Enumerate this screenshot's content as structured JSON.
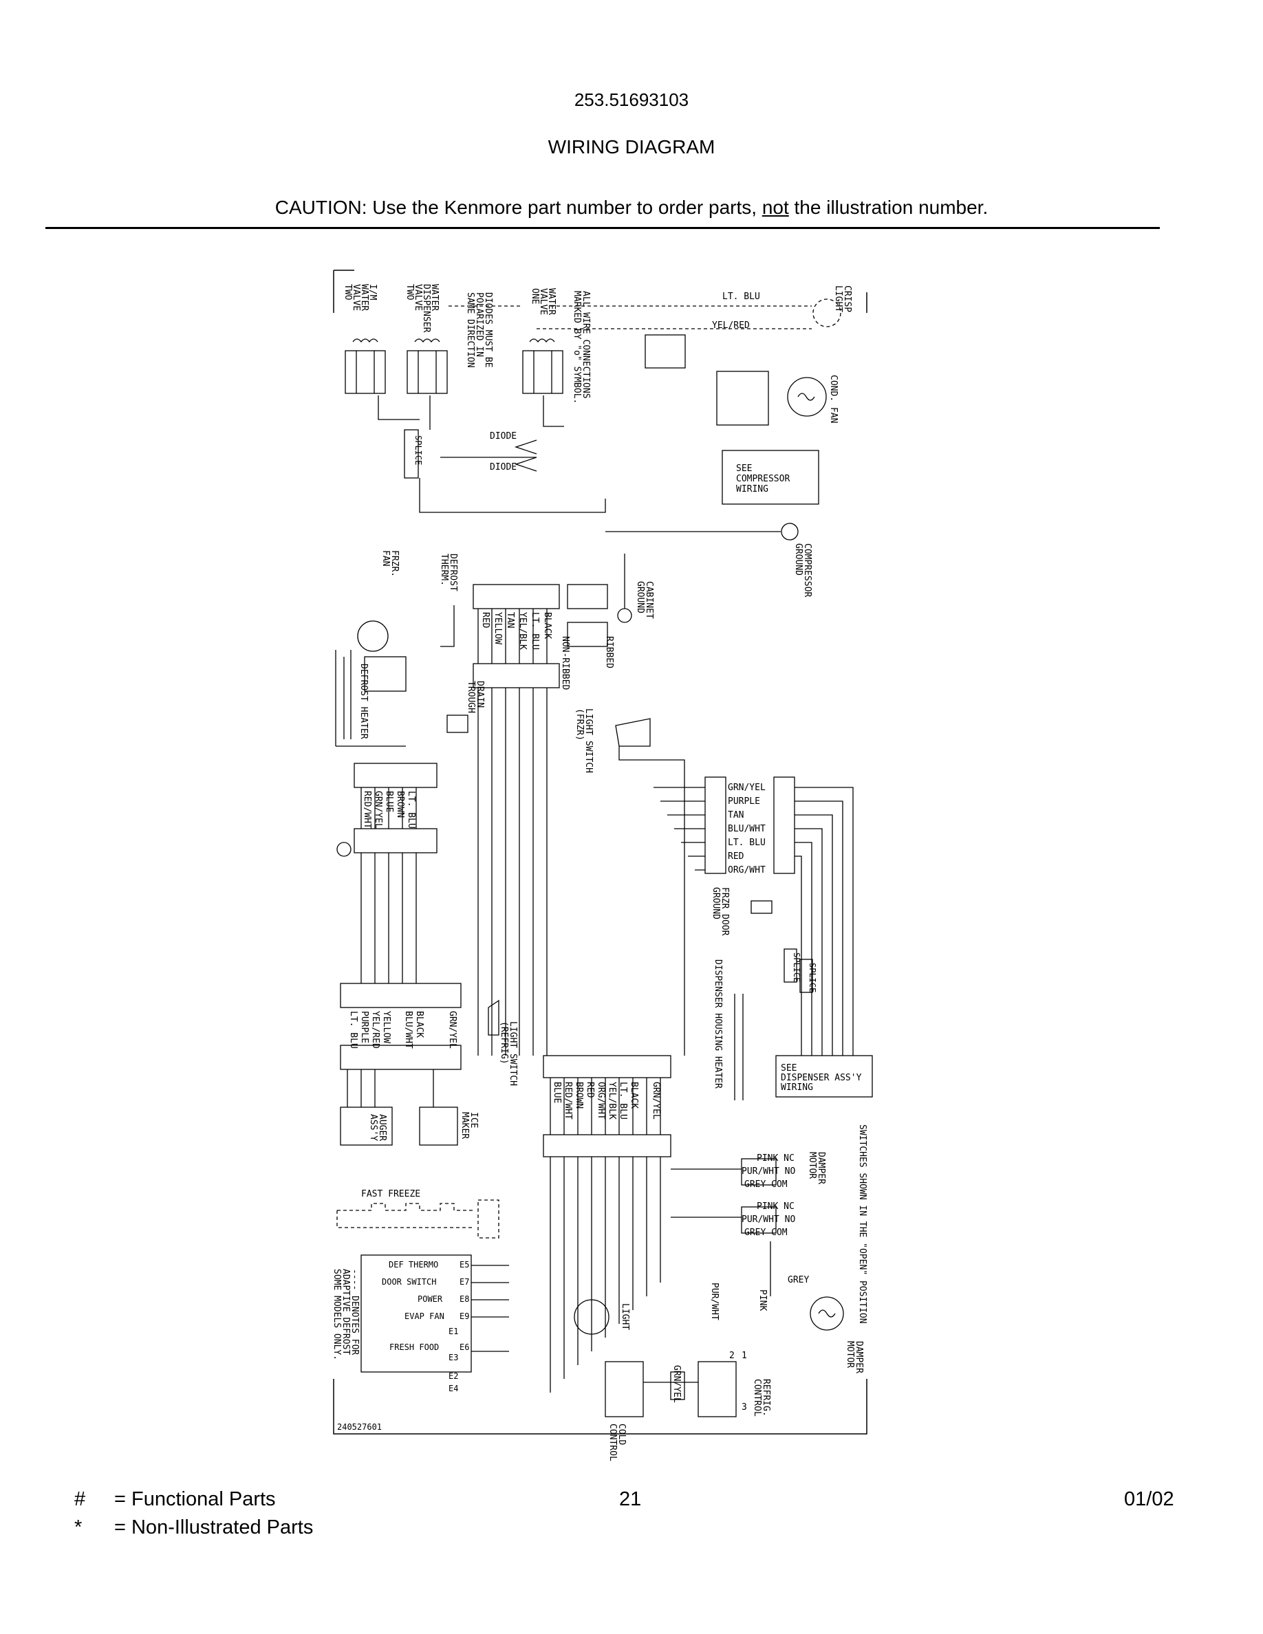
{
  "header": {
    "model_number": "253.51693103",
    "title": "WIRING DIAGRAM",
    "caution_prefix": "CAUTION: Use the Kenmore part number to order parts, ",
    "caution_emphasis": "not",
    "caution_suffix": " the illustration number."
  },
  "diagram": {
    "drawing_number": "240527601",
    "labels": {
      "im_water_valve": [
        "I/M",
        "WATER",
        "VALVE",
        "TWO"
      ],
      "water_dispenser_valve": [
        "WATER",
        "DISPENSER",
        "VALVE",
        "TWO"
      ],
      "diodes_note": [
        "DIODES MUST BE",
        "POLARIZED IN",
        "SAME DIRECTION"
      ],
      "water_valve_one": [
        "WATER",
        "VALVE",
        "ONE"
      ],
      "wire_connections_note": [
        "ALL WIRE CONNECTIONS",
        "MARKED BY \"o\" SYMBOL."
      ],
      "lt_blu": "LT. BLU",
      "yel_red": "YEL/RED",
      "crisp_light": [
        "CRISP",
        "LIGHT"
      ],
      "cond_fan": [
        "COND. FAN"
      ],
      "diode_1": "DIODE",
      "diode_2": "DIODE",
      "splice_1": "SPLICE",
      "see_compressor": [
        "SEE",
        "COMPRESSOR",
        "WIRING"
      ],
      "compressor_ground": [
        "COMPRESSOR",
        "GROUND"
      ],
      "frzr_fan": [
        "FRZR.",
        "FAN"
      ],
      "defrost_therm": [
        "DEFROST",
        "THERM."
      ],
      "harness_1_colors": [
        "RED",
        "YELLOW",
        "TAN",
        "YEL/BLK",
        "LT. BLU",
        "BLACK"
      ],
      "non_ribbed": "NON-RIBBED",
      "ribbed": "RIBBED",
      "cabinet_ground": [
        "CABINET",
        "GROUND"
      ],
      "defrost_heater": "DEFROST HEATER",
      "drain_trough": [
        "DRAIN",
        "TROUGH"
      ],
      "light_switch_frzr": [
        "LIGHT SWITCH",
        "(FRZR)"
      ],
      "harness_2_colors": [
        "RED/WHT",
        "GRN/YEL",
        "BLUE",
        "BROWN",
        "LT. BLU"
      ],
      "harness_3_colors": [
        "GRN/YEL",
        "PURPLE",
        "TAN",
        "BLU/WHT",
        "LT. BLU",
        "RED",
        "ORG/WHT"
      ],
      "frzr_door_ground": [
        "FRZR DOOR",
        "GROUND"
      ],
      "dispenser_housing_heater": "DISPENSER HOUSING HEATER",
      "splice_2": "SPLICE",
      "splice_3": "SPLICE",
      "see_dispenser": [
        "SEE",
        "DISPENSER ASS'Y",
        "WIRING"
      ],
      "harness_4_colors": [
        "LT. BLU",
        "PURPLE",
        "YEL/RED",
        "YELLOW",
        "BLU/WHT",
        "BLACK",
        "GRN/YEL"
      ],
      "light_switch_refrig": [
        "LIGHT SWITCH",
        "(REFRIG)"
      ],
      "harness_5_colors": [
        "BLUE",
        "RED/WHT",
        "BROWN",
        "RED",
        "ORG/WHT",
        "YEL/BLK",
        "LT. BLU",
        "BLACK",
        "GRN/YEL"
      ],
      "auger_assy": [
        "AUGER",
        "ASS'Y"
      ],
      "ice_maker": [
        "ICE",
        "MAKER"
      ],
      "switches_note": "SWITCHES SHOWN IN THE \"OPEN\" POSITION",
      "damper_1": [
        "PINK NC",
        "PUR/WHT NO",
        "GREY COM"
      ],
      "damper_2": [
        "PINK NC",
        "PUR/WHT NO",
        "GREY COM"
      ],
      "damper_motor_label": [
        "DAMPER",
        "MOTOR"
      ],
      "fast_freeze": "FAST FREEZE",
      "control_terminals": [
        "DEF THERMO",
        "DOOR SWITCH",
        "POWER",
        "EVAP FAN",
        "E1",
        "FRESH FOOD",
        "E3",
        "E2",
        "E4"
      ],
      "terminal_tags": [
        "E5",
        "E7",
        "E8",
        "E9",
        "E6"
      ],
      "adaptive_note": [
        "---- DENOTES FOR",
        "ADAPTIVE DEFROST",
        "SOME MODELS ONLY."
      ],
      "light": "LIGHT",
      "pur_wht": "PUR/WHT",
      "pink": "PINK",
      "grey": "GREY",
      "damper_motor": [
        "DAMPER",
        "MOTOR"
      ],
      "cold_control": [
        "COLD",
        "CONTROL"
      ],
      "grn_yel": "GRN/YEL",
      "refrig_control": [
        "REFRIG.",
        "CONTROL"
      ],
      "terminal_numbers": [
        "1",
        "2",
        "3"
      ]
    }
  },
  "footer": {
    "legend_functional_symbol": "#",
    "legend_functional": "=  Functional Parts",
    "legend_nonillustrated_symbol": "*",
    "legend_nonillustrated": "=  Non-Illustrated Parts",
    "page_number": "21",
    "date": "01/02"
  }
}
